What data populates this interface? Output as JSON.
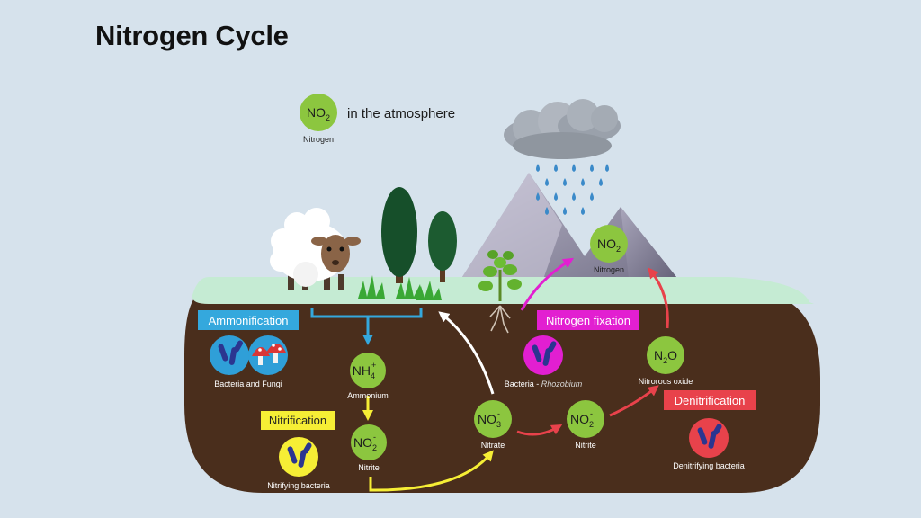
{
  "title": "Nitrogen Cycle",
  "atmosphere": {
    "molecule": "NO",
    "molecule_sub": "2",
    "caption": "Nitrogen",
    "label": "in the atmosphere"
  },
  "mountain_no2": {
    "molecule": "NO",
    "molecule_sub": "2",
    "caption": "Nitrogen"
  },
  "processes": {
    "ammonification": {
      "label": "Ammonification",
      "caption": "Bacteria and Fungi",
      "color": "#34a8dd"
    },
    "nitrification": {
      "label": "Nitrification",
      "caption": "Nitrifying bacteria",
      "color": "#f6ee35"
    },
    "nitrogen_fixation": {
      "label": "Nitrogen fixation",
      "caption_prefix": "Bacteria - ",
      "caption_italic": "Rhozobium",
      "color": "#e21fd1"
    },
    "denitrification": {
      "label": "Denitrification",
      "caption": "Denitrifying bacteria",
      "color": "#e8424b"
    }
  },
  "compounds": {
    "ammonium": {
      "symbol": "NH",
      "sub": "4",
      "sup": "+",
      "caption": "Ammonium"
    },
    "nitrite_left": {
      "symbol": "NO",
      "sub": "2",
      "sup": "-",
      "caption": "Nitrite"
    },
    "nitrate": {
      "symbol": "NO",
      "sub": "3",
      "sup": "-",
      "caption": "Nitrate"
    },
    "nitrite_right": {
      "symbol": "NO",
      "sub": "2",
      "sup": "-",
      "caption": "Nitrite"
    },
    "nitrous_oxide": {
      "symbol": "N",
      "sub": "2",
      "tail": "O",
      "caption": "Nitrorous oxide"
    }
  },
  "colors": {
    "background": "#d6e2ec",
    "soil": "#4a2e1c",
    "grass": "#c5ebd3",
    "molecule": "#8cc63f",
    "arrow_blue": "#34a8dd",
    "arrow_yellow": "#f6ee35",
    "arrow_red": "#e8424b",
    "arrow_white": "#ffffff",
    "arrow_magenta": "#e21fd1"
  }
}
